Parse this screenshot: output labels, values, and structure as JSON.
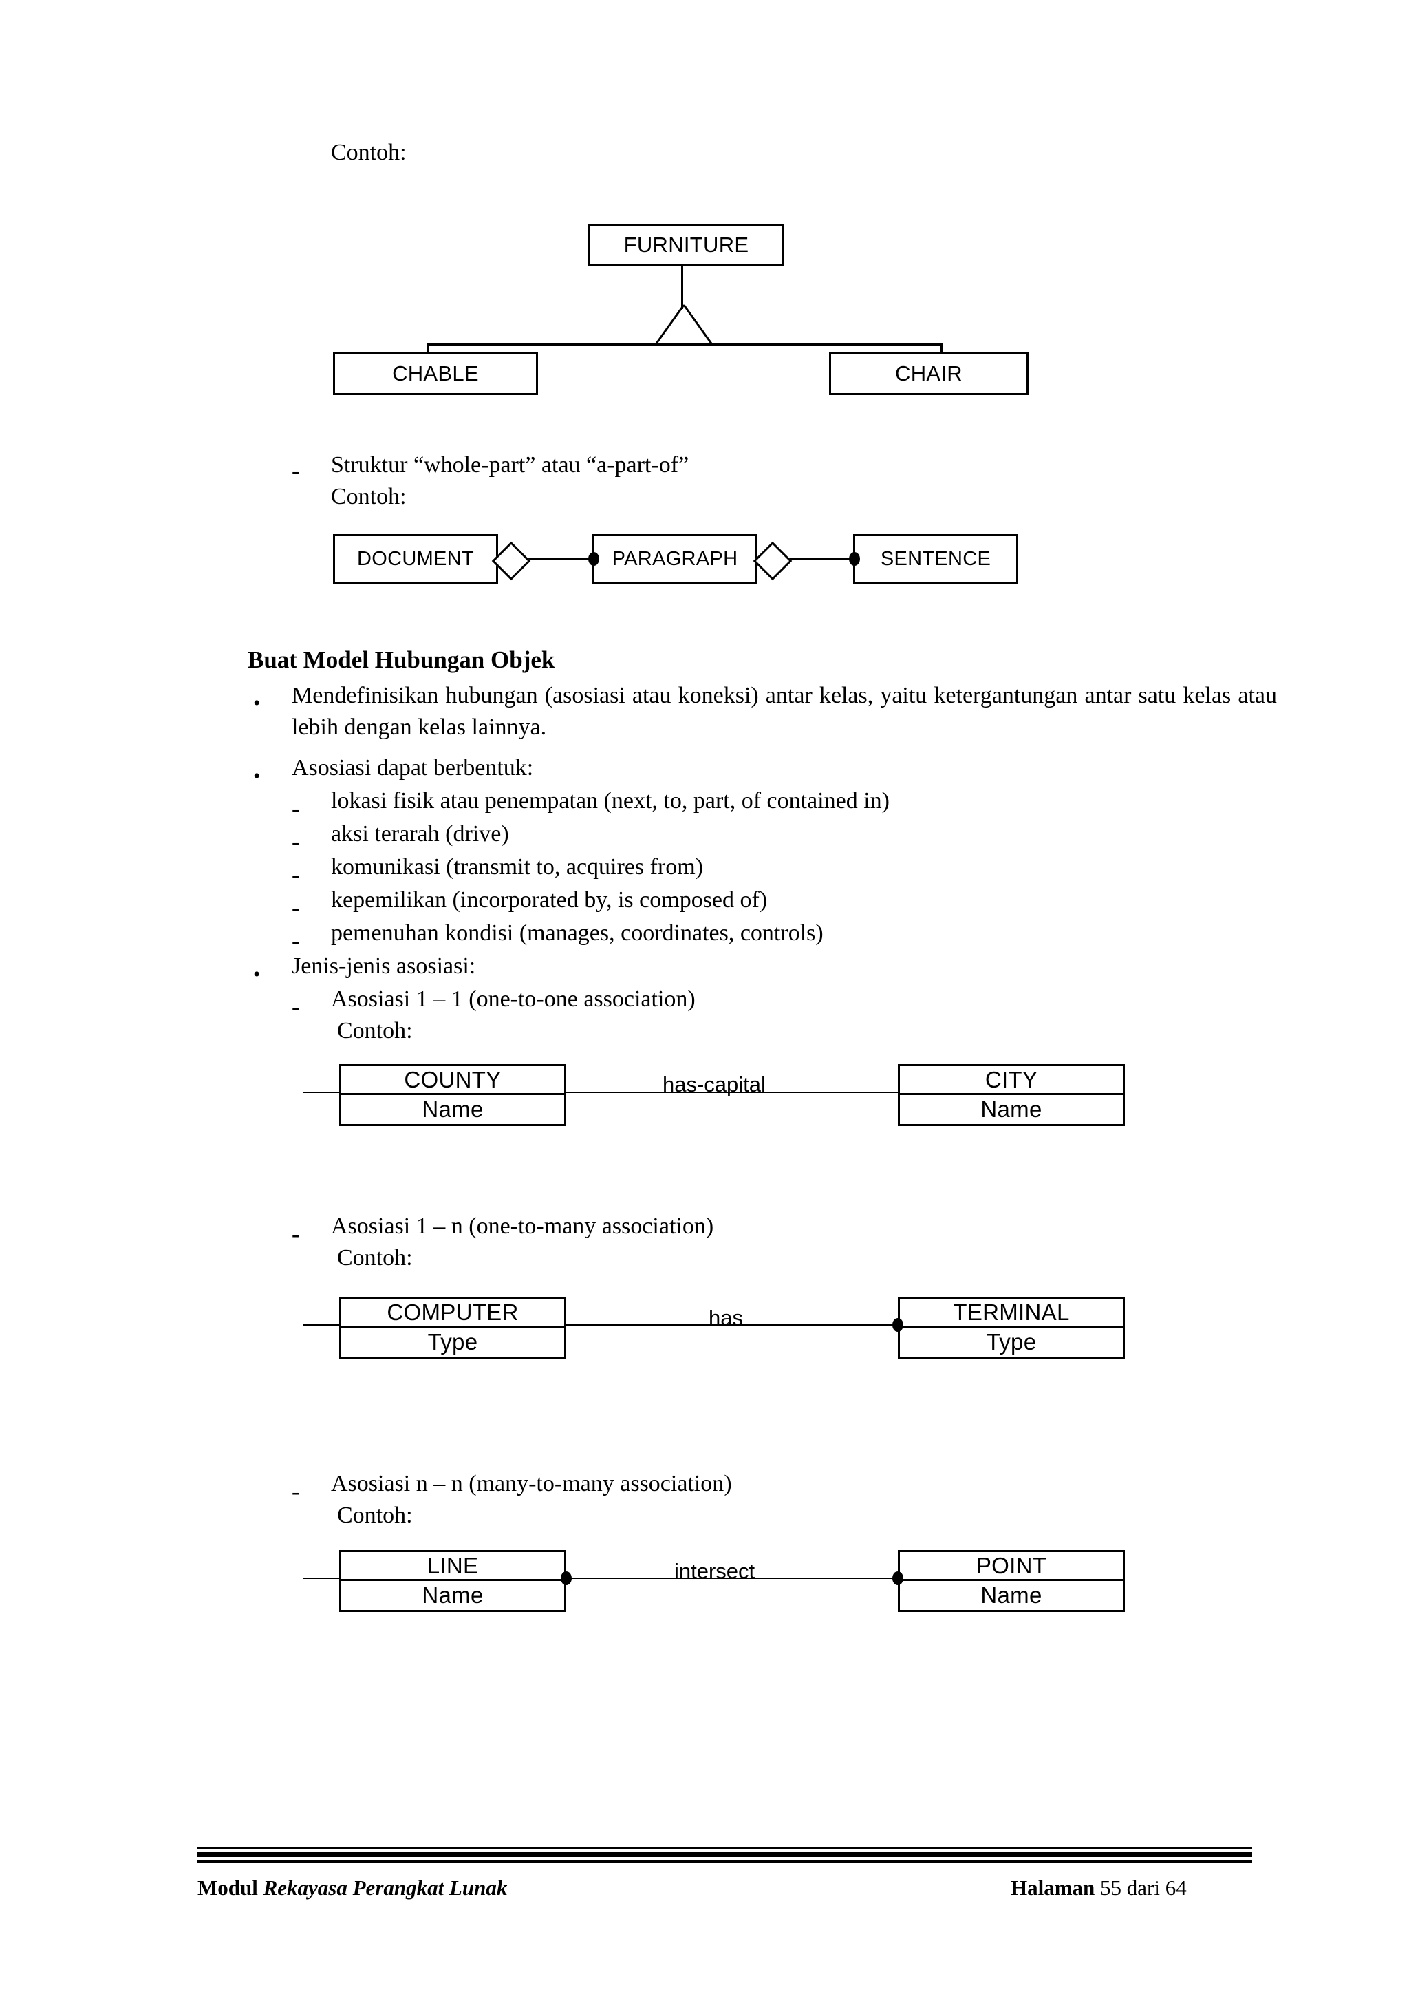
{
  "page": {
    "top_example_label": "Contoh:",
    "footer": {
      "module_prefix": "Modul ",
      "module_title": "Rekayasa Perangkat Lunak",
      "page_prefix": "Halaman ",
      "page_number": "55",
      "page_middle": " dari ",
      "page_total": "64"
    }
  },
  "generalization_diagram": {
    "type": "generalization",
    "parent": "FURNITURE",
    "children": [
      "CHABLE",
      "CHAIR"
    ]
  },
  "whole_part_section": {
    "dash": "-",
    "text_prefix": "Struktur “",
    "term_1": "whole-part",
    "text_middle": "” atau “",
    "term_2": "a-part-of",
    "text_suffix": "”",
    "example_label": "Contoh:"
  },
  "whole_part_diagram": {
    "type": "aggregation",
    "nodes": [
      "DOCUMENT",
      "PARAGRAPH",
      "SENTENCE"
    ]
  },
  "section": {
    "heading": "Buat Model Hubungan Objek",
    "bullets": [
      {
        "marker": "•",
        "text": "Mendefinisikan hubungan (asosiasi atau koneksi) antar kelas, yaitu ketergantungan antar satu kelas atau lebih dengan kelas lainnya."
      },
      {
        "marker": "•",
        "text": "Asosiasi dapat berbentuk:",
        "sub_items": [
          {
            "dash": "-",
            "text": "lokasi fisik atau penempatan (next, to, part, of contained in)"
          },
          {
            "dash": "-",
            "text": "aksi terarah (drive)"
          },
          {
            "dash": "-",
            "text": "komunikasi (transmit to, acquires from)"
          },
          {
            "dash": "-",
            "text": "kepemilikan (incorporated by, is composed of)"
          },
          {
            "dash": "-",
            "text_prefix": "pemenuhan kondisi (",
            "italic": "manages, coordinates, controls",
            "text_suffix": ")"
          }
        ]
      },
      {
        "marker": "•",
        "text": "Jenis-jenis asosiasi:"
      }
    ]
  },
  "associations": [
    {
      "dash": "-",
      "label_prefix": "Asosiasi 1 – 1 (",
      "label_italic": "one-to-one association",
      "label_suffix": ")",
      "example_label": "Contoh:",
      "diagram": {
        "type": "one-to-one",
        "left_class": "COUNTY",
        "left_attribute": "Name",
        "relationship": "has-capital",
        "right_class": "CITY",
        "right_attribute": "Name",
        "left_multiplicity": "one",
        "right_multiplicity": "one"
      }
    },
    {
      "dash": "-",
      "label_prefix": "Asosiasi 1 – n (",
      "label_italic": "one-to-many association",
      "label_suffix": ")",
      "example_label": "Contoh:",
      "diagram": {
        "type": "one-to-many",
        "left_class": "COMPUTER",
        "left_attribute": "Type",
        "relationship": "has",
        "right_class": "TERMINAL",
        "right_attribute": "Type",
        "left_multiplicity": "one",
        "right_multiplicity": "many"
      }
    },
    {
      "dash": "-",
      "label_prefix": "Asosiasi n – n (",
      "label_italic": "many-to-many association",
      "label_suffix": ")",
      "example_label": "Contoh:",
      "diagram": {
        "type": "many-to-many",
        "left_class": "LINE",
        "left_attribute": "Name",
        "relationship": "intersect",
        "right_class": "POINT",
        "right_attribute": "Name",
        "left_multiplicity": "many",
        "right_multiplicity": "many"
      }
    }
  ]
}
